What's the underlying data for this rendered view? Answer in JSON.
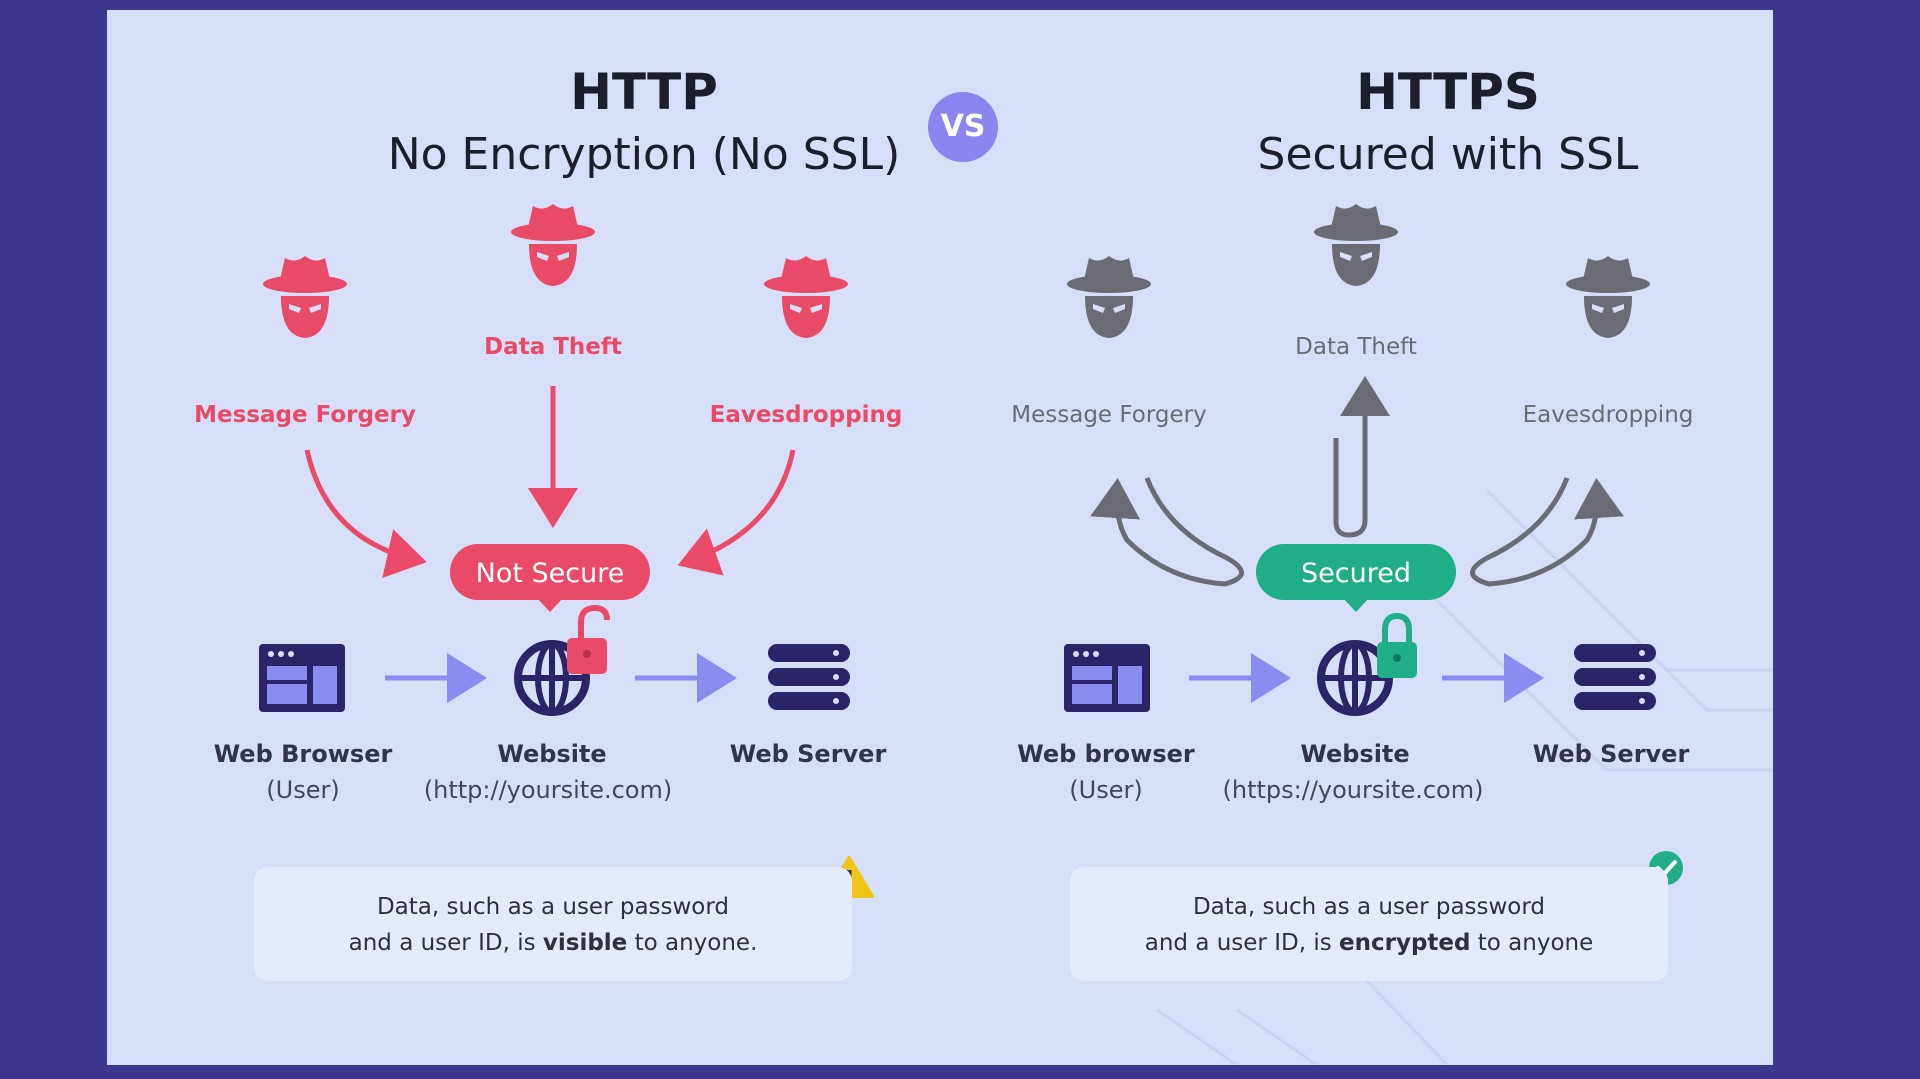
{
  "colors": {
    "background": "#3f3690",
    "panel": "#d7dff8",
    "danger": "#e84a67",
    "secure": "#1fae86",
    "threat_inactive": "#6b6b74",
    "icon_navy": "#2b2468",
    "arrow_flow": "#8a8cf0",
    "vs_badge": "#8c85ef"
  },
  "header": {
    "vs_label": "VS"
  },
  "http": {
    "title": "HTTP",
    "subtitle": "No Encryption (No SSL)",
    "threats": [
      {
        "label": "Message Forgery",
        "icon": "hacker-icon"
      },
      {
        "label": "Data Theft",
        "icon": "hacker-icon"
      },
      {
        "label": "Eavesdropping",
        "icon": "hacker-icon"
      }
    ],
    "status_pill": "Not Secure",
    "nodes": [
      {
        "label": "Web Browser",
        "sub": "(User)",
        "icon": "browser-window-icon"
      },
      {
        "label": "Website",
        "sub": "(http://yoursite.com)",
        "icon": "globe-icon"
      },
      {
        "label": "Web Server",
        "sub": "",
        "icon": "server-stack-icon"
      }
    ],
    "lock_icon": "unlocked-padlock-icon",
    "note_line1": "Data, such as a user password",
    "note_pre": "and a user ID, is ",
    "note_emphasis": "visible",
    "note_post": " to anyone.",
    "note_icon": "warning-icon"
  },
  "https": {
    "title": "HTTPS",
    "subtitle": "Secured with SSL",
    "threats": [
      {
        "label": "Message Forgery",
        "icon": "hacker-icon"
      },
      {
        "label": "Data Theft",
        "icon": "hacker-icon"
      },
      {
        "label": "Eavesdropping",
        "icon": "hacker-icon"
      }
    ],
    "status_pill": "Secured",
    "nodes": [
      {
        "label": "Web browser",
        "sub": "(User)",
        "icon": "browser-window-icon"
      },
      {
        "label": "Website",
        "sub": "(https://yoursite.com)",
        "icon": "globe-icon"
      },
      {
        "label": "Web Server",
        "sub": "",
        "icon": "server-stack-icon"
      }
    ],
    "lock_icon": "locked-padlock-icon",
    "note_line1": "Data, such as a user password",
    "note_pre": "and a user ID, is ",
    "note_emphasis": "encrypted",
    "note_post": " to anyone",
    "note_icon": "check-circle-icon"
  }
}
